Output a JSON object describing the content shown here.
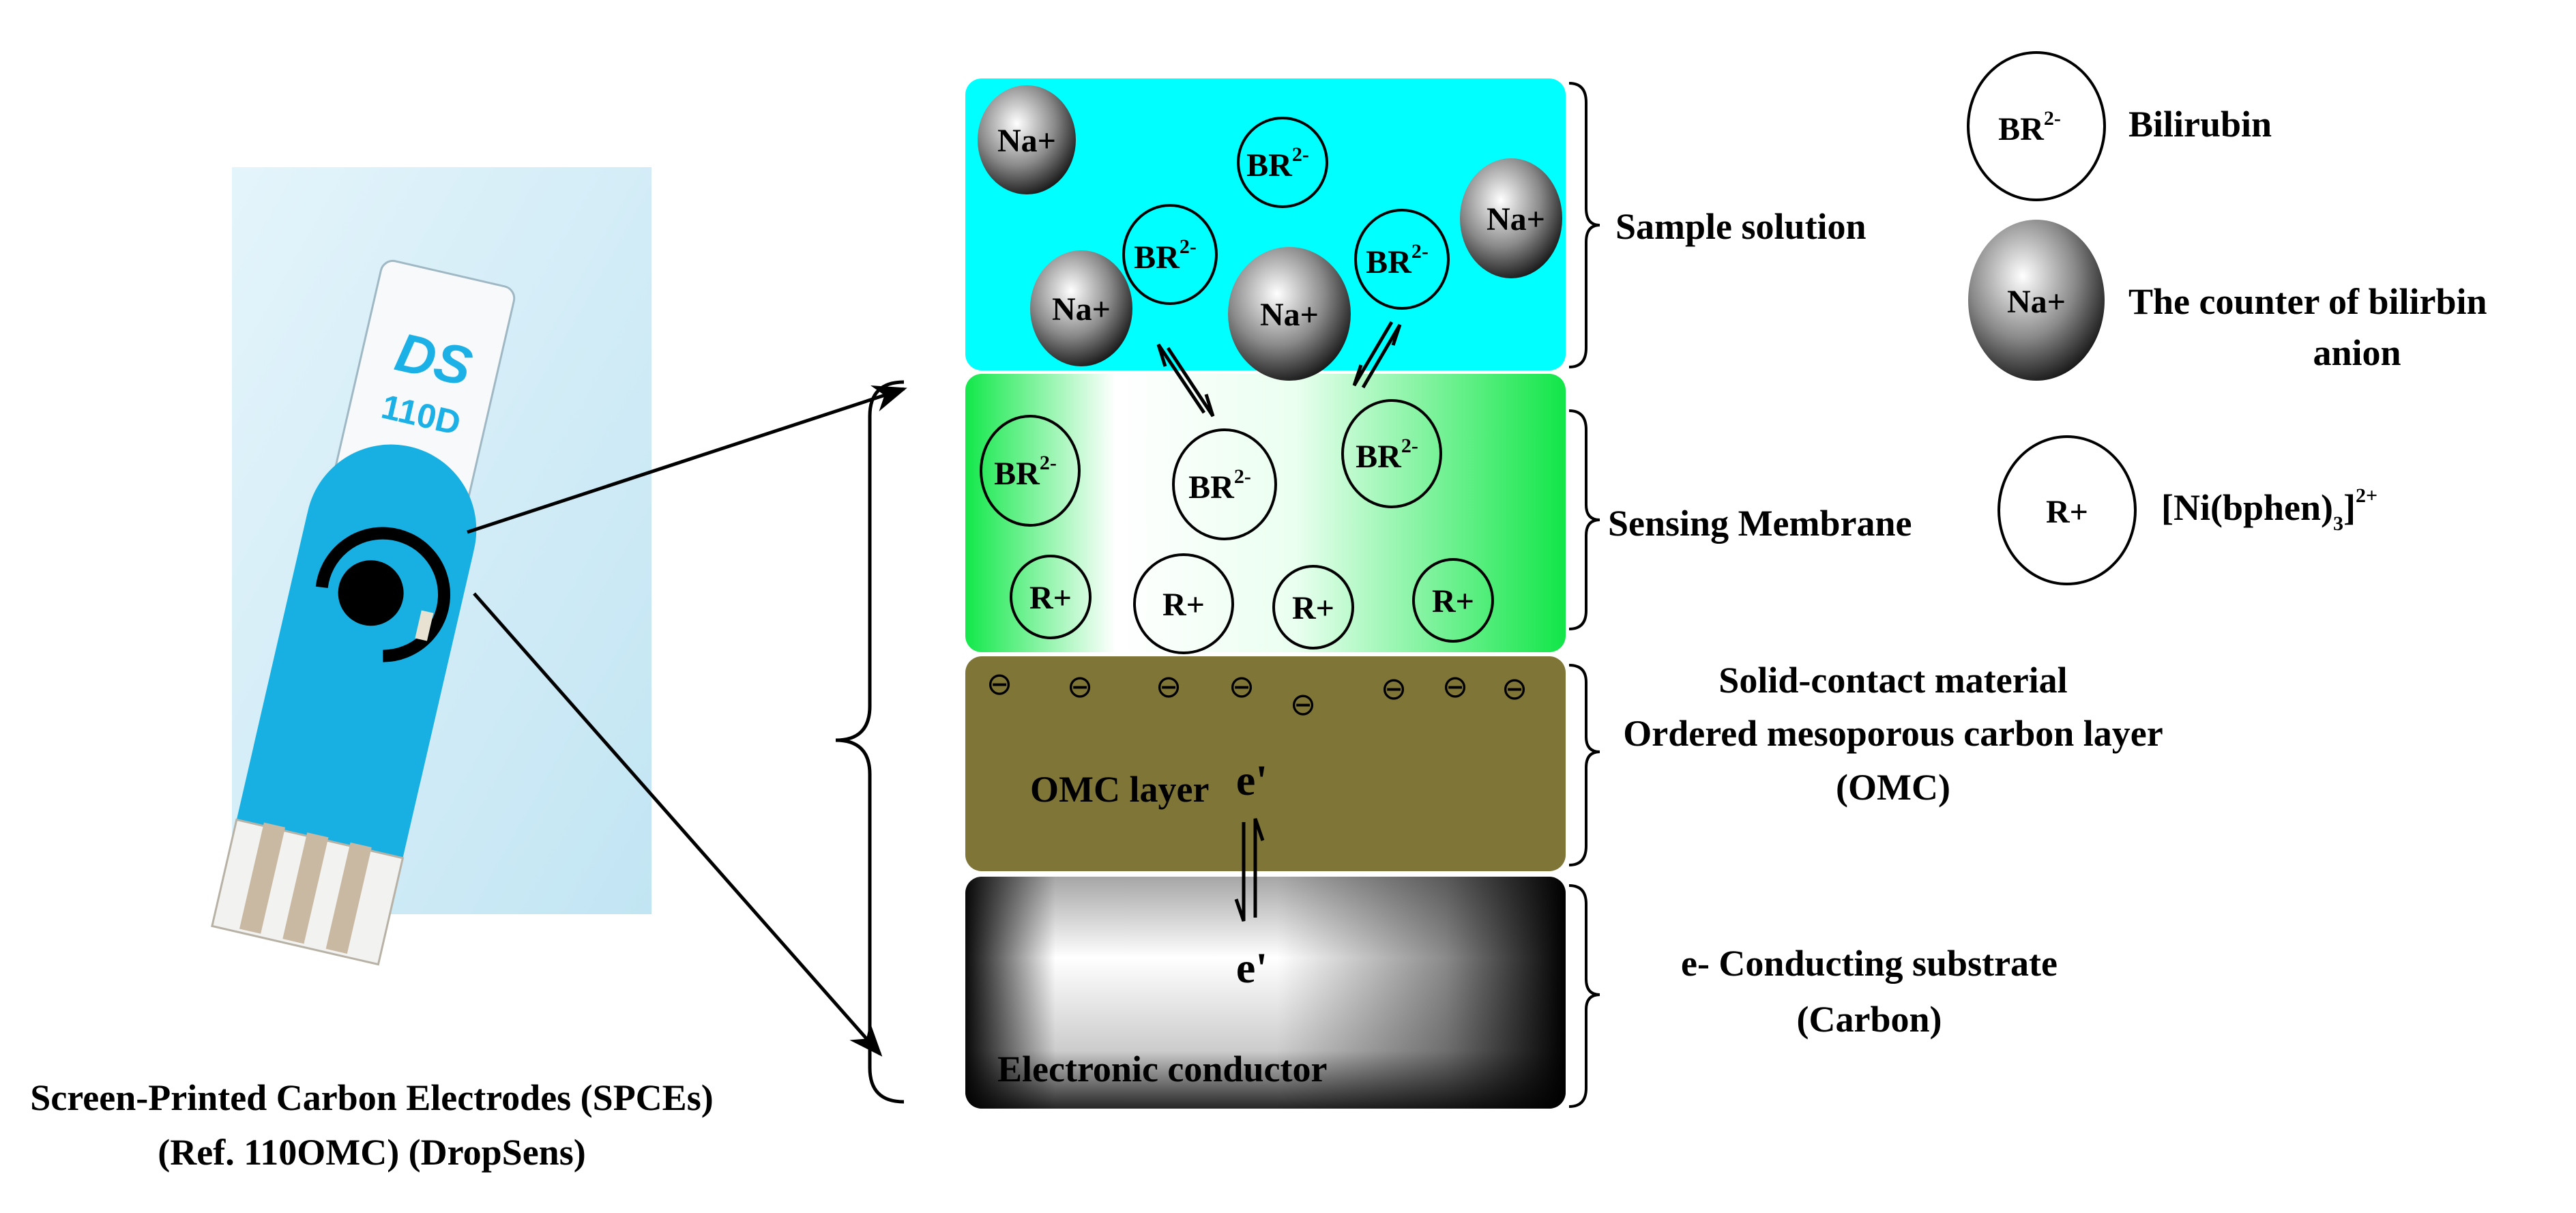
{
  "electrode": {
    "brand": "DS",
    "model": "110D",
    "caption_line1": "Screen-Printed Carbon Electrodes (SPCEs)",
    "caption_line2": "(Ref. 110OMC) (DropSens)"
  },
  "layers": {
    "sample": {
      "label": "Sample solution",
      "color": "#00ffff"
    },
    "membrane": {
      "label": "Sensing Membrane",
      "color": "#00e63c"
    },
    "omc": {
      "inner_label": "OMC layer",
      "label_line1": "Solid-contact material",
      "label_line2": "Ordered mesoporous carbon layer",
      "label_line3": "(OMC)",
      "color": "#7f7536",
      "negative_symbol": "⊖"
    },
    "substrate": {
      "inner_label": "Electronic conductor",
      "label_line1": "e- Conducting substrate",
      "label_line2": "(Carbon)"
    }
  },
  "species": {
    "br": "BR",
    "br_charge": "2-",
    "na": "Na+",
    "r": "R+",
    "electron": "e'"
  },
  "legend": {
    "br_label": "Bilirubin",
    "na_label_line1": "The counter of bilirbin",
    "na_label_line2": "anion",
    "r_label_main": "[Ni(bphen)",
    "r_label_sub": "3",
    "r_label_close": "]",
    "r_label_charge": "2+"
  }
}
